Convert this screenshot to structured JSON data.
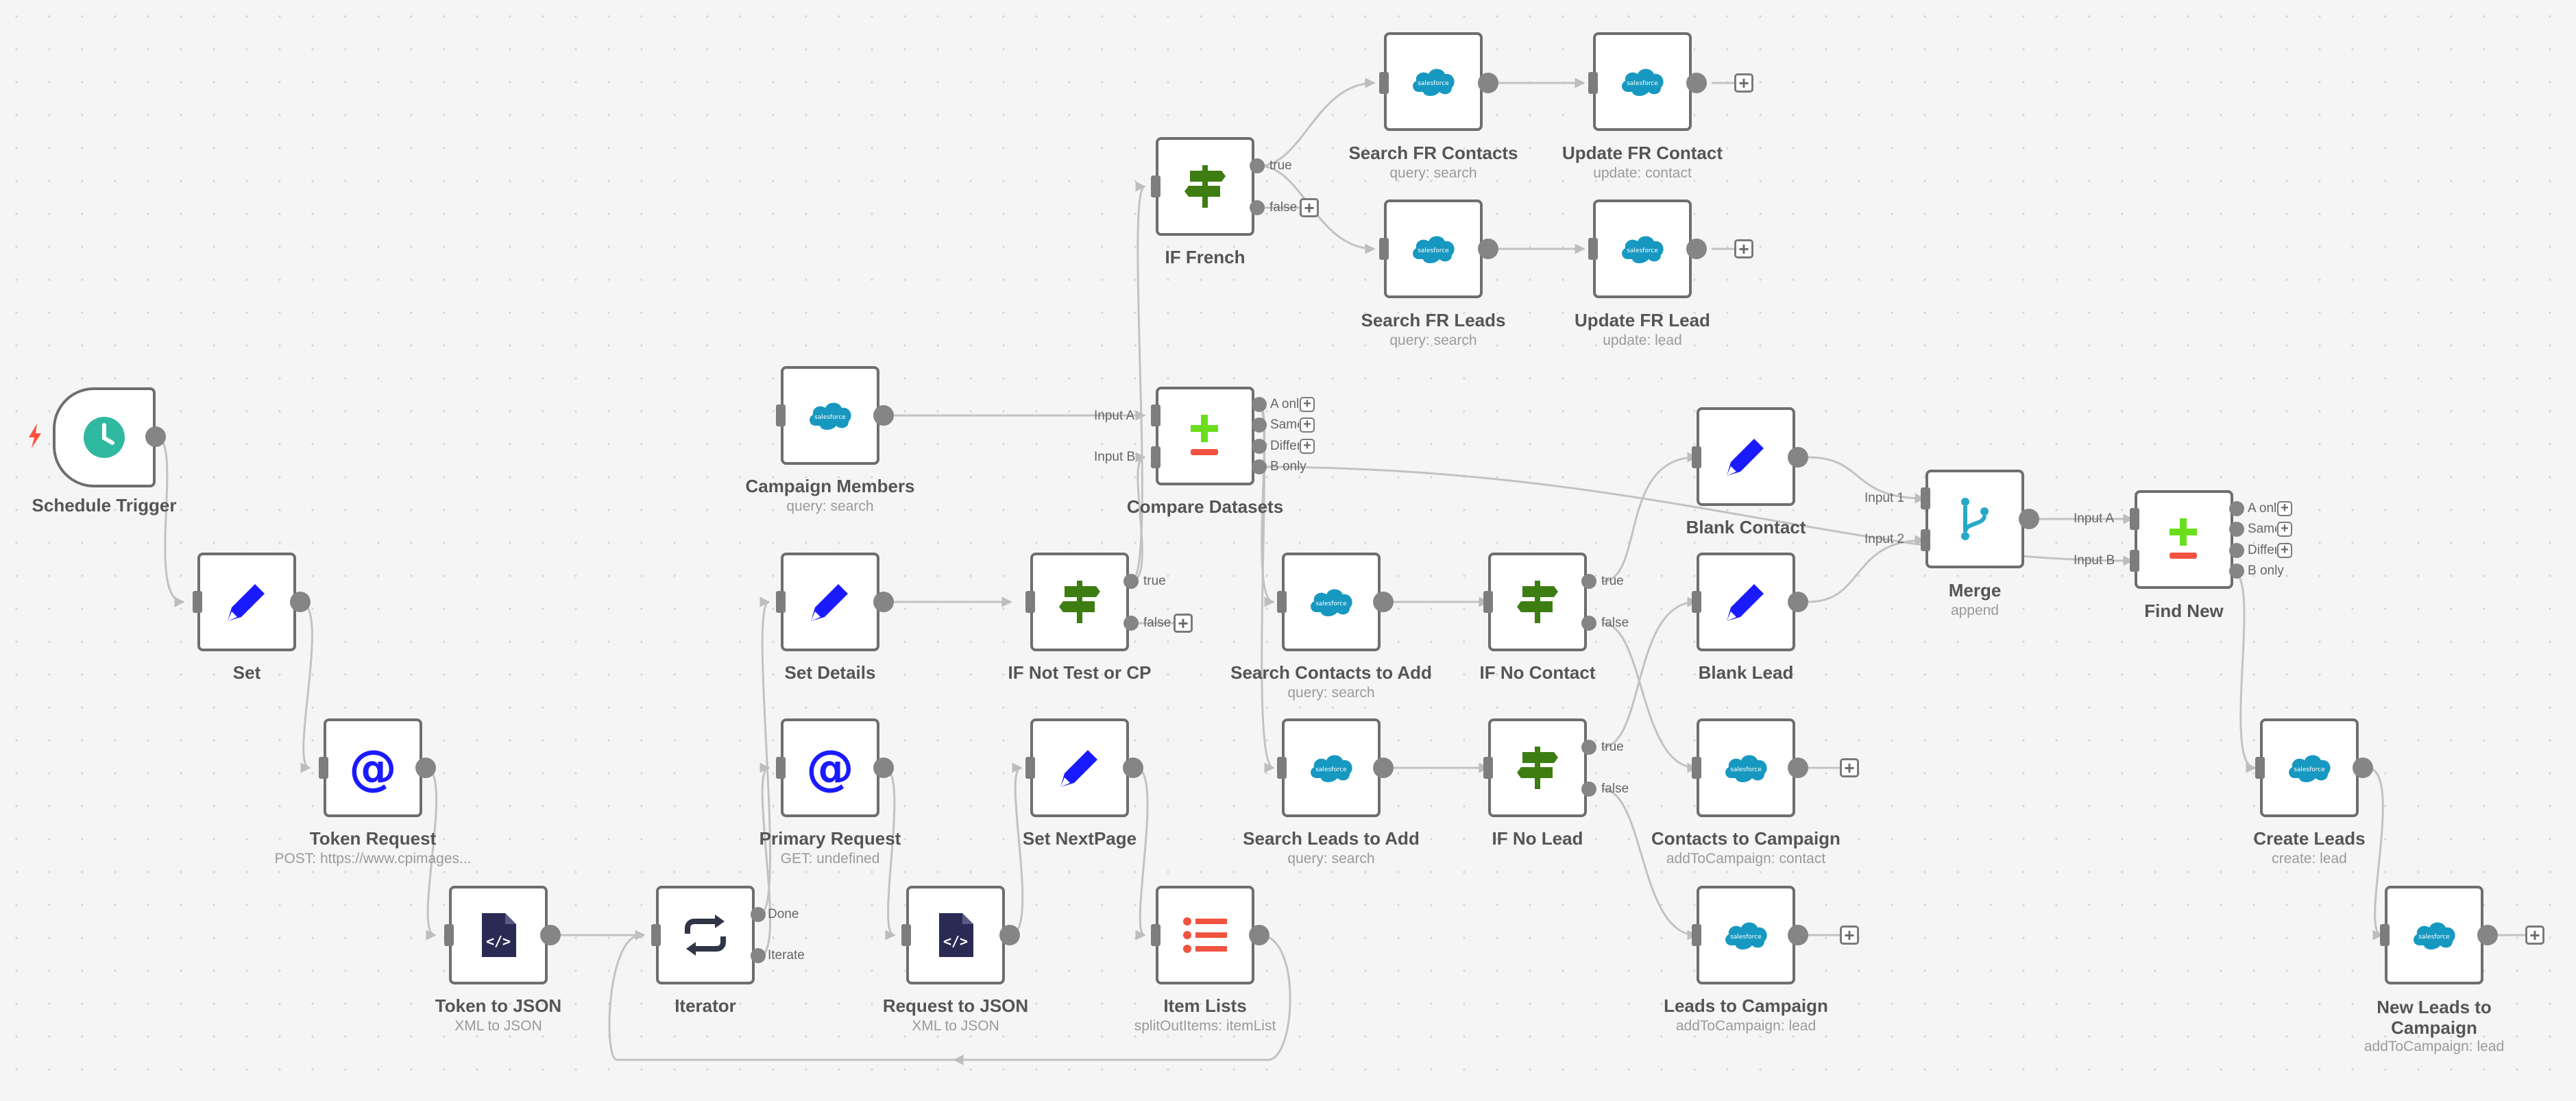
{
  "nodes": [
    {
      "id": "schedule",
      "label": "Schedule Trigger",
      "subtitle": "",
      "icon": "clock-icon"
    },
    {
      "id": "set",
      "label": "Set",
      "subtitle": "",
      "icon": "pencil-icon"
    },
    {
      "id": "token_request",
      "label": "Token Request",
      "subtitle": "POST: https://www.cpimages...",
      "icon": "http-request-icon"
    },
    {
      "id": "token_json",
      "label": "Token to JSON",
      "subtitle": "XML to JSON",
      "icon": "xml-file-icon"
    },
    {
      "id": "iterator",
      "label": "Iterator",
      "subtitle": "",
      "icon": "loop-icon"
    },
    {
      "id": "set_details",
      "label": "Set Details",
      "subtitle": "",
      "icon": "pencil-icon"
    },
    {
      "id": "primary_request",
      "label": "Primary Request",
      "subtitle": "GET: undefined",
      "icon": "http-request-icon"
    },
    {
      "id": "request_json",
      "label": "Request to JSON",
      "subtitle": "XML to JSON",
      "icon": "xml-file-icon"
    },
    {
      "id": "campaign_members",
      "label": "Campaign Members",
      "subtitle": "query: search",
      "icon": "salesforce-icon"
    },
    {
      "id": "if_not_test",
      "label": "IF Not Test or CP",
      "subtitle": "",
      "icon": "signpost-icon"
    },
    {
      "id": "set_nextpage",
      "label": "Set NextPage",
      "subtitle": "",
      "icon": "pencil-icon"
    },
    {
      "id": "item_lists",
      "label": "Item Lists",
      "subtitle": "splitOutItems: itemList",
      "icon": "list-icon"
    },
    {
      "id": "if_french",
      "label": "IF French",
      "subtitle": "",
      "icon": "signpost-icon"
    },
    {
      "id": "compare",
      "label": "Compare Datasets",
      "subtitle": "",
      "icon": "compare-icon"
    },
    {
      "id": "search_fr_contacts",
      "label": "Search FR Contacts",
      "subtitle": "query: search",
      "icon": "salesforce-icon"
    },
    {
      "id": "search_fr_leads",
      "label": "Search FR Leads",
      "subtitle": "query: search",
      "icon": "salesforce-icon"
    },
    {
      "id": "update_fr_contact",
      "label": "Update FR Contact",
      "subtitle": "update: contact",
      "icon": "salesforce-icon"
    },
    {
      "id": "update_fr_lead",
      "label": "Update FR Lead",
      "subtitle": "update: lead",
      "icon": "salesforce-icon"
    },
    {
      "id": "search_contacts_add",
      "label": "Search Contacts to Add",
      "subtitle": "query: search",
      "icon": "salesforce-icon"
    },
    {
      "id": "search_leads_add",
      "label": "Search Leads to Add",
      "subtitle": "query: search",
      "icon": "salesforce-icon"
    },
    {
      "id": "if_no_contact",
      "label": "IF No Contact",
      "subtitle": "",
      "icon": "signpost-icon"
    },
    {
      "id": "if_no_lead",
      "label": "IF No Lead",
      "subtitle": "",
      "icon": "signpost-icon"
    },
    {
      "id": "blank_contact",
      "label": "Blank Contact",
      "subtitle": "",
      "icon": "pencil-icon"
    },
    {
      "id": "blank_lead",
      "label": "Blank Lead",
      "subtitle": "",
      "icon": "pencil-icon"
    },
    {
      "id": "contacts_campaign",
      "label": "Contacts to Campaign",
      "subtitle": "addToCampaign: contact",
      "icon": "salesforce-icon"
    },
    {
      "id": "leads_campaign",
      "label": "Leads to Campaign",
      "subtitle": "addToCampaign: lead",
      "icon": "salesforce-icon"
    },
    {
      "id": "merge",
      "label": "Merge",
      "subtitle": "append",
      "icon": "merge-icon"
    },
    {
      "id": "find_new",
      "label": "Find New",
      "subtitle": "",
      "icon": "compare-icon"
    },
    {
      "id": "create_leads",
      "label": "Create Leads",
      "subtitle": "create: lead",
      "icon": "salesforce-icon"
    },
    {
      "id": "new_leads_campaign",
      "label": "New Leads to Campaign",
      "subtitle": "addToCampaign: lead",
      "icon": "salesforce-icon"
    }
  ],
  "port_labels": {
    "true": "true",
    "false": "false",
    "done": "Done",
    "iterate": "Iterate",
    "input_a": "Input A",
    "input_b": "Input B",
    "input_1": "Input 1",
    "input_2": "Input 2",
    "a_only": "A only",
    "same": "Same",
    "different": "Different",
    "b_only": "B only"
  },
  "salesforce_text": "salesforce",
  "colors": {
    "edge": "#bdbdbd",
    "border": "#6e6e6e",
    "pencil": "#1a1aff",
    "signpost": "#3d7d12",
    "salesforce": "#1798c1",
    "clock": "#2fb9a0",
    "list": "#f0533f",
    "merge": "#27a8c8",
    "compare_plus": "#6ade1d",
    "compare_minus": "#f0533f",
    "loop": "#2f3547",
    "xml": "#2a2a55",
    "trigger_bolt": "#ff4f3a"
  }
}
